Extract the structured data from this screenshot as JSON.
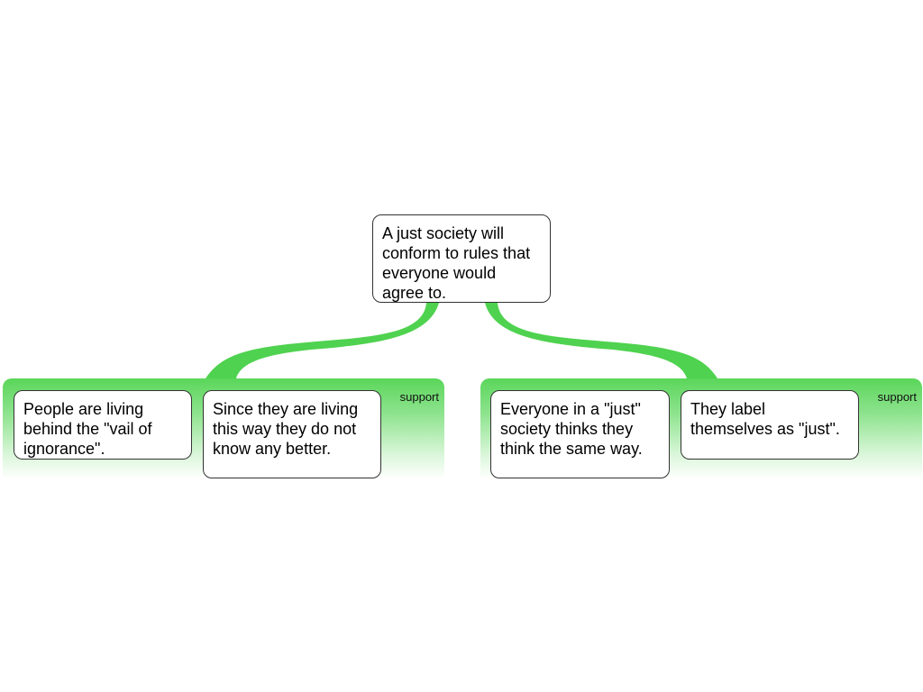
{
  "claim": {
    "text": "A just society will conform to rules that everyone would agree to."
  },
  "groups": [
    {
      "label": "support",
      "premises": [
        {
          "text": "People are living behind the \"vail of ignorance\"."
        },
        {
          "text": "Since they are living this way they do not know any better."
        }
      ]
    },
    {
      "label": "support",
      "premises": [
        {
          "text": "Everyone in a \"just\" society thinks they think  the same way."
        },
        {
          "text": "They label themselves as \"just\"."
        }
      ]
    }
  ],
  "colors": {
    "link": "#4fd24f",
    "group_top": "#5ad65a",
    "node_border": "#333333"
  }
}
